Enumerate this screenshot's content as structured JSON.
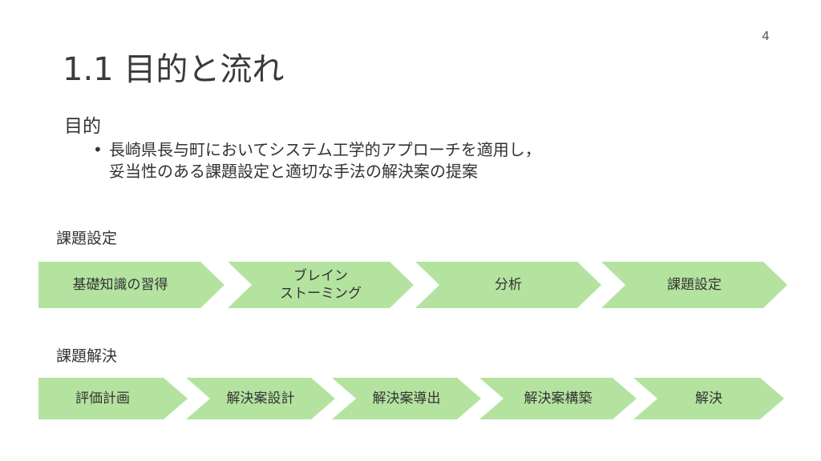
{
  "page_number": "4",
  "title": "1.1 目的と流れ",
  "purpose": {
    "heading": "目的",
    "bullet": "•",
    "lines": [
      "長崎県長与町においてシステム工学的アプローチを適用し，",
      "妥当性のある課題設定と適切な手法の解決案の提案"
    ]
  },
  "flows": [
    {
      "label": "課題設定",
      "steps": [
        {
          "line1": "基礎知識の習得",
          "line2": ""
        },
        {
          "line1": "ブレイン",
          "line2": "ストーミング"
        },
        {
          "line1": "分析",
          "line2": ""
        },
        {
          "line1": "課題設定",
          "line2": ""
        }
      ]
    },
    {
      "label": "課題解決",
      "steps": [
        {
          "line1": "評価計画",
          "line2": ""
        },
        {
          "line1": "解決案設計",
          "line2": ""
        },
        {
          "line1": "解決案導出",
          "line2": ""
        },
        {
          "line1": "解決案構築",
          "line2": ""
        },
        {
          "line1": "解決",
          "line2": ""
        }
      ]
    }
  ],
  "colors": {
    "chevron_fill": "#b4e3a0",
    "text": "#333333"
  }
}
